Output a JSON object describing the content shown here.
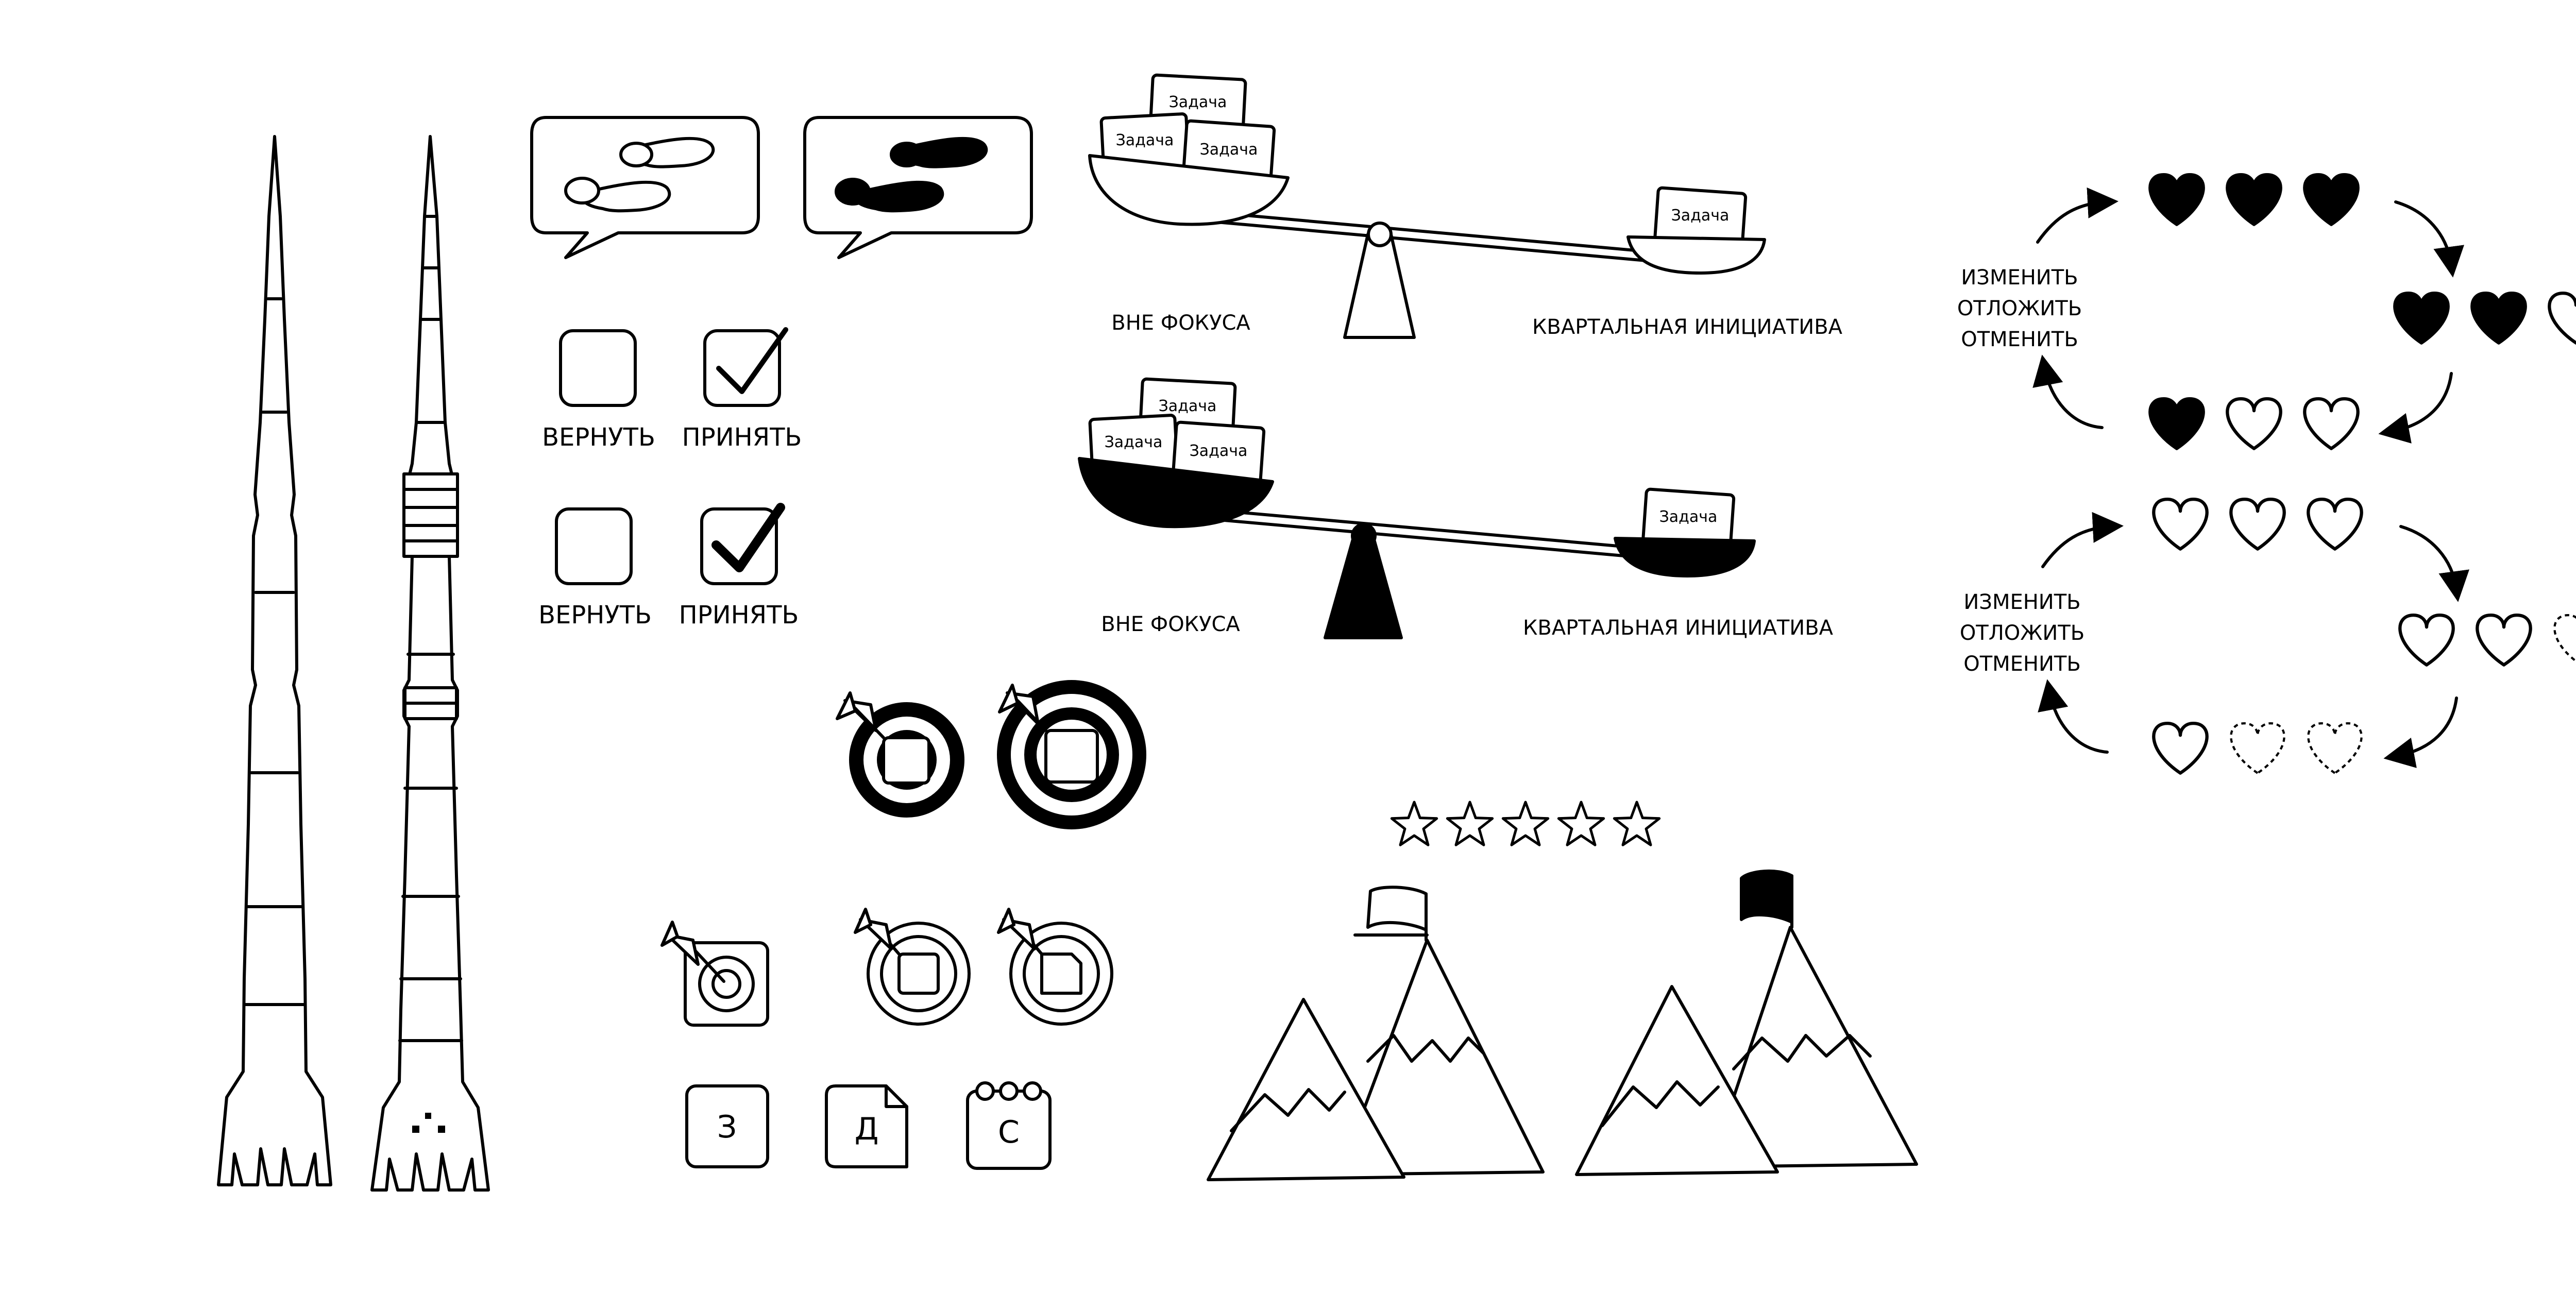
{
  "checkbox_panel": {
    "light": {
      "unchecked_label": "ВЕРНУТЬ",
      "checked_label": "ПРИНЯТЬ"
    },
    "dark": {
      "unchecked_label": "ВЕРНУТЬ",
      "checked_label": "ПРИНЯТЬ"
    }
  },
  "seesaw": {
    "card_label": "Задача",
    "outline": {
      "left_label": "ВНЕ ФОКУСА",
      "right_label": "КВАРТАЛЬНАЯ ИНИЦИАТИВА"
    },
    "filled": {
      "left_label": "ВНЕ ФОКУСА",
      "right_label": "КВАРТАЛЬНАЯ ИНИЦИАТИВА"
    }
  },
  "hearts_cycle": {
    "solid": {
      "actions": [
        "ИЗМЕНИТЬ",
        "ОТЛОЖИТЬ",
        "ОТМЕНИТЬ"
      ],
      "levels": [
        3,
        2,
        1
      ],
      "max": 3
    },
    "outline": {
      "actions": [
        "ИЗМЕНИТЬ",
        "ОТЛОЖИТЬ",
        "ОТМЕНИТЬ"
      ],
      "levels": [
        3,
        2,
        1
      ],
      "max": 3
    }
  },
  "stars": {
    "count": 5
  },
  "letter_icons": {
    "first": "З",
    "second": "Д",
    "third": "С"
  }
}
